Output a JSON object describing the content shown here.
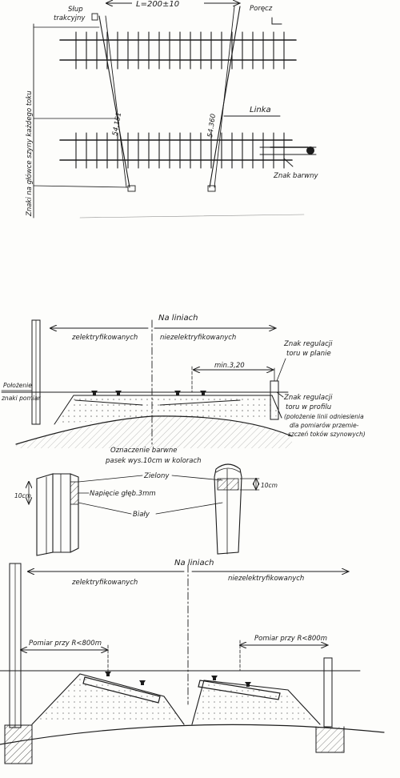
{
  "plan": {
    "dimension": "L=200±10",
    "mast": "Słup",
    "mast2": "trakcyjny",
    "railing": "Poręcz",
    "km_left": "54.151",
    "km_right": "54.360",
    "wire": "Linka",
    "side_note": "Znaki na główce szyny każdego toku",
    "color_mark": "Znak barwny"
  },
  "section1": {
    "lines": "Na liniach",
    "electrified": "zelektryfikowanych",
    "nonelectrified": "niezelektryfikowanych",
    "position": "Położenie",
    "marks": "znaki pomiar",
    "plan_mark_1": "Znak regulacji",
    "plan_mark_2": "toru w planie",
    "min_distance": "min.3,20",
    "profile_mark_1": "Znak regulacji",
    "profile_mark_2": "toru w profilu",
    "profile_note_1": "(położenie linii odniesienia",
    "profile_note_2": "dla pomiarów przemie-",
    "profile_note_3": "szczeń toków szynowych)",
    "color_1": "Oznaczenie barwne",
    "color_2": "pasek wys.10cm w kolorach"
  },
  "details": {
    "green": "Zielony",
    "white": "Biały",
    "notch": "Napięcie głęb.3mm",
    "height_left": "10cm",
    "height_right": "10cm"
  },
  "section2": {
    "lines": "Na liniach",
    "electrified": "zelektryfikowanych",
    "nonelectrified": "niezelektryfikowanych",
    "measure_left": "Pomiar przy R<800m",
    "measure_right": "Pomiar przy R<800m"
  }
}
